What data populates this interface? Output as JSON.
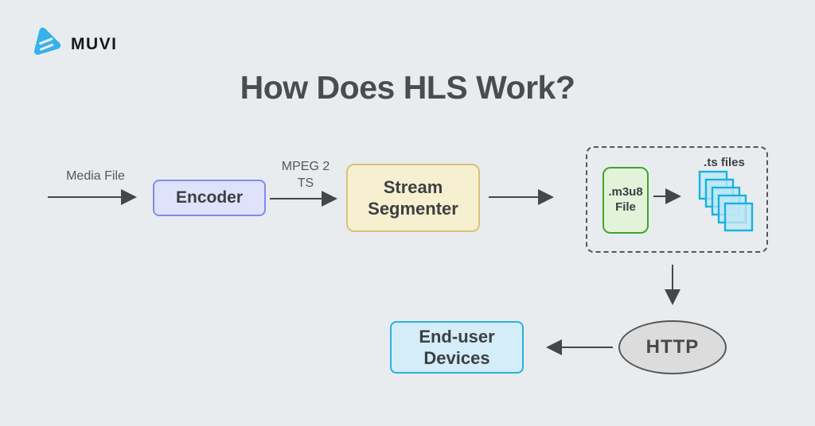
{
  "brand": {
    "name": "MUVI"
  },
  "title": "How Does HLS Work?",
  "flow": {
    "media_file_label": "Media File",
    "mpeg_label": "MPEG 2\nTS",
    "encoder": "Encoder",
    "stream_segmenter": "Stream\nSegmenter",
    "m3u8_file": ".m3u8\nFile",
    "ts_files_label": ".ts files",
    "http": "HTTP",
    "end_user_devices": "End-user\nDevices"
  },
  "colors": {
    "background": "#e8ecef",
    "arrow": "#44474a",
    "title_text": "#4a4d4f",
    "logo_blue": "#36b1ea",
    "encoder_fill": "#dee2fa",
    "encoder_border": "#838ae9",
    "segmenter_fill": "#f6efd0",
    "segmenter_border": "#d8c276",
    "m3u8_fill": "#e3f3da",
    "m3u8_border": "#41a62a",
    "ts_fill": "#bfe7f3",
    "ts_border": "#17b2e0",
    "http_fill": "#dcdcdd",
    "http_border": "#54575a",
    "enduser_fill": "#d4edf8",
    "enduser_border": "#2cb0da"
  }
}
